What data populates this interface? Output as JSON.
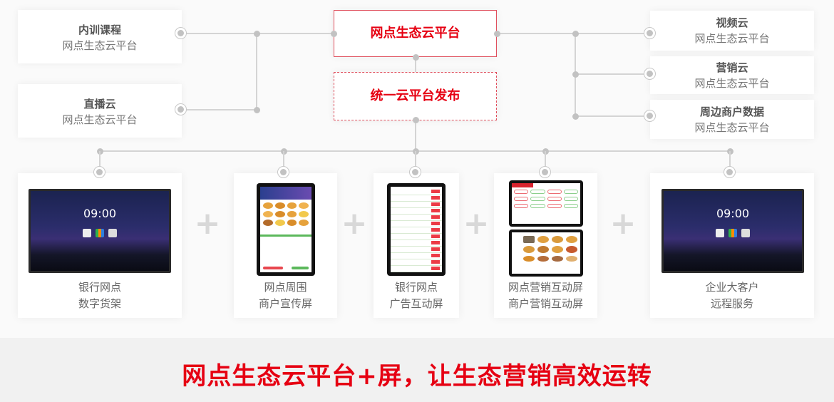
{
  "colors": {
    "accent_red": "#e60012",
    "connector_gray": "#d4d4d4",
    "node_gray": "#c2c2c2",
    "banner_bg": "#f1f1f1"
  },
  "center": {
    "main_label": "网点生态云平台",
    "publish_label": "统一云平台发布"
  },
  "left_sources": [
    {
      "title": "内训课程",
      "subtitle": "网点生态云平台"
    },
    {
      "title": "直播云",
      "subtitle": "网点生态云平台"
    }
  ],
  "right_sources": [
    {
      "title": "视频云",
      "subtitle": "网点生态云平台"
    },
    {
      "title": "营销云",
      "subtitle": "网点生态云平台"
    },
    {
      "title": "周边商户数据",
      "subtitle": "网点生态云平台"
    }
  ],
  "screens": [
    {
      "line1": "银行网点",
      "line2": "数字货架",
      "device": "landscape-display",
      "clock": "09:00"
    },
    {
      "line1": "网点周围",
      "line2": "商户宣传屏",
      "device": "portrait-menu-tablet"
    },
    {
      "line1": "银行网点",
      "line2": "广告互动屏",
      "device": "portrait-list-tablet"
    },
    {
      "line1": "网点营销互动屏",
      "line2": "商户营销互动屏",
      "device": "dual-landscape-tablets"
    },
    {
      "line1": "企业大客户",
      "line2": "远程服务",
      "device": "landscape-display",
      "clock": "09:00"
    }
  ],
  "plus_sign": "+",
  "banner": {
    "text": "网点生态云平台+屏，让生态营销高效运转"
  }
}
